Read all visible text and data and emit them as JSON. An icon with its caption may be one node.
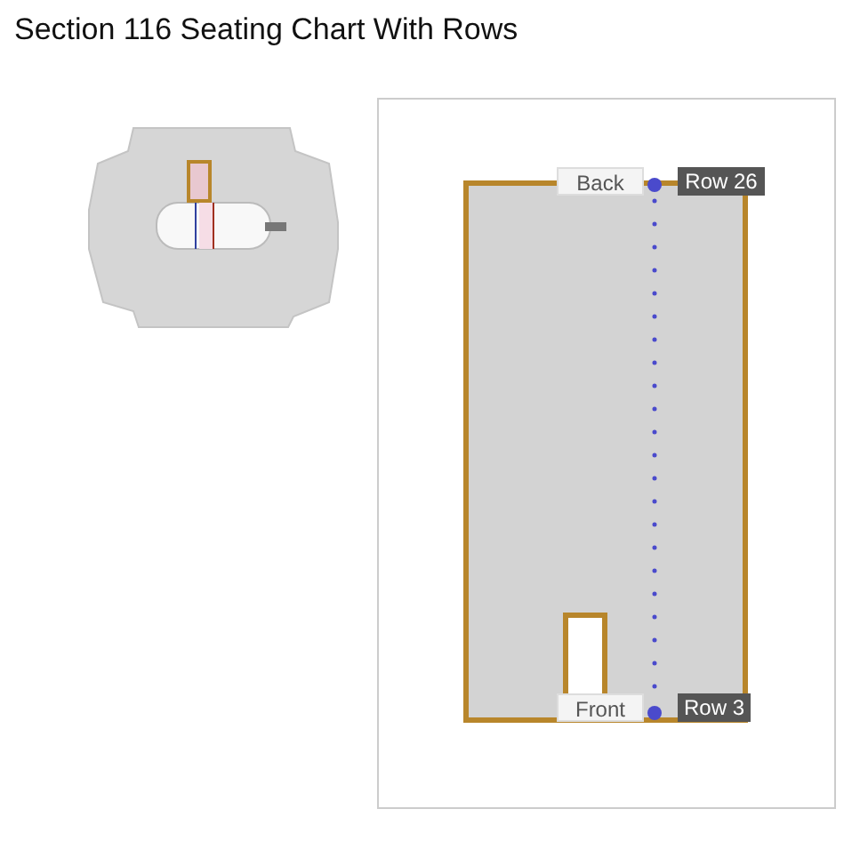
{
  "diagram": {
    "title": "Section 116 Seating Chart With Rows",
    "labels": [
      "Back",
      "Row 26",
      "Front",
      "Row 3"
    ]
  }
}
